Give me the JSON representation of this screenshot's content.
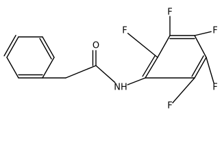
{
  "molecule": {
    "atoms": [
      {
        "id": "p1",
        "label": ""
      },
      {
        "id": "p2",
        "label": ""
      },
      {
        "id": "p3",
        "label": ""
      },
      {
        "id": "p4",
        "label": ""
      },
      {
        "id": "p5",
        "label": ""
      },
      {
        "id": "p6",
        "label": ""
      },
      {
        "id": "ch2",
        "label": ""
      },
      {
        "id": "co",
        "label": ""
      },
      {
        "id": "o",
        "label": "O"
      },
      {
        "id": "n",
        "label": "NH"
      },
      {
        "id": "r1",
        "label": ""
      },
      {
        "id": "r2",
        "label": ""
      },
      {
        "id": "r3",
        "label": ""
      },
      {
        "id": "r4",
        "label": ""
      },
      {
        "id": "r5",
        "label": ""
      },
      {
        "id": "r6",
        "label": ""
      },
      {
        "id": "f2",
        "label": "F"
      },
      {
        "id": "f3",
        "label": "F"
      },
      {
        "id": "f4",
        "label": "F"
      },
      {
        "id": "f5",
        "label": "F"
      },
      {
        "id": "f6",
        "label": "F"
      }
    ],
    "bonds": [
      {
        "a": "p1",
        "b": "p2",
        "order": 2
      },
      {
        "a": "p2",
        "b": "p3",
        "order": 1
      },
      {
        "a": "p3",
        "b": "p4",
        "order": 2
      },
      {
        "a": "p4",
        "b": "p5",
        "order": 1
      },
      {
        "a": "p5",
        "b": "p6",
        "order": 2
      },
      {
        "a": "p6",
        "b": "p1",
        "order": 1
      },
      {
        "a": "p5",
        "b": "ch2",
        "order": 1
      },
      {
        "a": "ch2",
        "b": "co",
        "order": 1
      },
      {
        "a": "co",
        "b": "o",
        "order": 2
      },
      {
        "a": "co",
        "b": "n",
        "order": 1
      },
      {
        "a": "n",
        "b": "r1",
        "order": 1
      },
      {
        "a": "r1",
        "b": "r2",
        "order": 2
      },
      {
        "a": "r2",
        "b": "r3",
        "order": 1
      },
      {
        "a": "r3",
        "b": "r4",
        "order": 2
      },
      {
        "a": "r4",
        "b": "r5",
        "order": 1
      },
      {
        "a": "r5",
        "b": "r6",
        "order": 2
      },
      {
        "a": "r6",
        "b": "r1",
        "order": 1
      },
      {
        "a": "r2",
        "b": "f2",
        "order": 1
      },
      {
        "a": "r3",
        "b": "f3",
        "order": 1
      },
      {
        "a": "r4",
        "b": "f4",
        "order": 1
      },
      {
        "a": "r5",
        "b": "f5",
        "order": 1
      },
      {
        "a": "r6",
        "b": "f6",
        "order": 1
      }
    ]
  }
}
